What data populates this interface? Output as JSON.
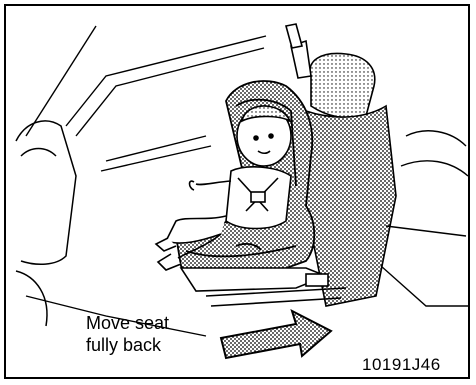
{
  "figure": {
    "instruction": "Move seat\nfully back",
    "instruction_line1": "Move seat",
    "instruction_line2": "fully back",
    "figure_code": "10191J46"
  },
  "colors": {
    "line": "#000000",
    "background": "#ffffff",
    "shading": "#8a8a8a"
  }
}
